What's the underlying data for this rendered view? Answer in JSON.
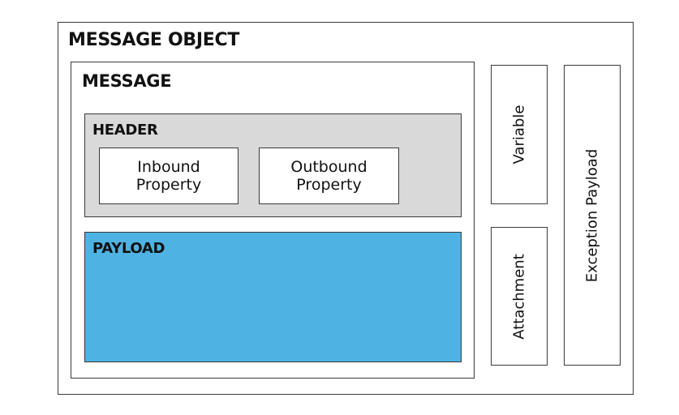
{
  "message_object": {
    "title": "MESSAGE OBJECT",
    "message": {
      "title": "MESSAGE",
      "header": {
        "title": "HEADER",
        "inbound": [
          "Inbound",
          "Property"
        ],
        "outbound": [
          "Outbound",
          "Property"
        ]
      },
      "payload": {
        "title": "PAYLOAD"
      }
    },
    "variable": "Variable",
    "attachment": "Attachment",
    "exception_payload": "Exception Payload"
  },
  "colors": {
    "border": "#3a3a3a",
    "header_fill": "#d9d9d9",
    "payload_fill": "#4eb3e2"
  }
}
